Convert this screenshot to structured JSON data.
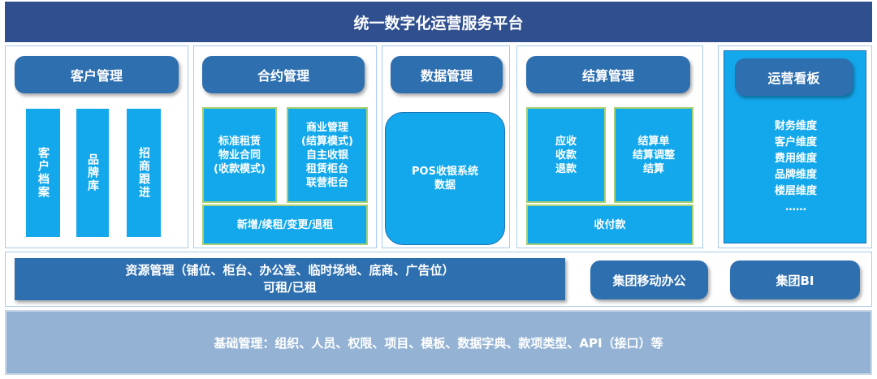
{
  "title": "统一数字化运营服务平台",
  "customer": {
    "header": "客户管理",
    "items": [
      "客户档案",
      "品牌库",
      "招商跟进"
    ]
  },
  "contract": {
    "header": "合约管理",
    "left_box": "标准租赁\n物业合同\n(收款模式)",
    "right_box": "商业管理\n(结算模式)\n自主收银\n租赁柜台\n联营柜台",
    "bottom_box": "新增/续租/变更/退租"
  },
  "data_mgmt": {
    "header": "数据管理",
    "pos_box": "POS收银系统\n数据"
  },
  "settlement": {
    "header": "结算管理",
    "left_box": "应收\n收款\n退款",
    "right_box": "结算单\n结算调整\n结算",
    "bottom_box": "收付款"
  },
  "ops_board": {
    "header": "运营看板",
    "dimensions": "财务维度\n客户维度\n费用维度\n品牌维度\n楼层维度\n……"
  },
  "resources": {
    "line1": "资源管理（铺位、柜台、办公室、临时场地、底商、广告位）",
    "line2": "可租/已租"
  },
  "mobile_office": "集团移动办公",
  "group_bi": "集团BI",
  "base": "基础管理：组织、人员、权限、项目、模板、数据字典、款项类型、API（接口）等"
}
